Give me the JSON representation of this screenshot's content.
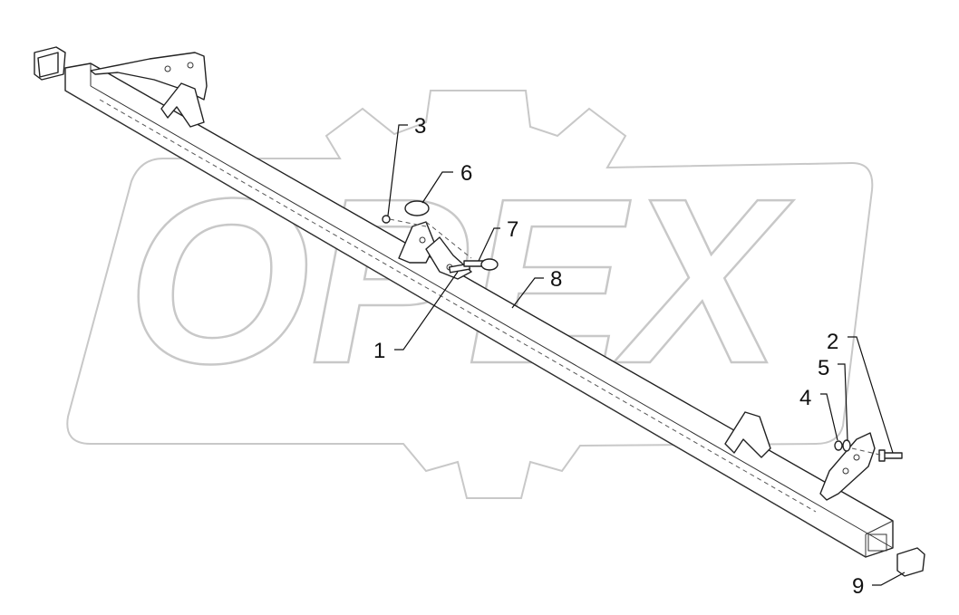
{
  "watermark": {
    "text": "OPEX",
    "color": "#c8c8c8"
  },
  "callouts": [
    {
      "label": "1",
      "part": "bolt"
    },
    {
      "label": "2",
      "part": "bolt"
    },
    {
      "label": "3",
      "part": "nut"
    },
    {
      "label": "4",
      "part": "nut"
    },
    {
      "label": "5",
      "part": "washer"
    },
    {
      "label": "6",
      "part": "ring"
    },
    {
      "label": "7",
      "part": "pin"
    },
    {
      "label": "8",
      "part": "beam"
    },
    {
      "label": "9",
      "part": "end-cap"
    }
  ]
}
